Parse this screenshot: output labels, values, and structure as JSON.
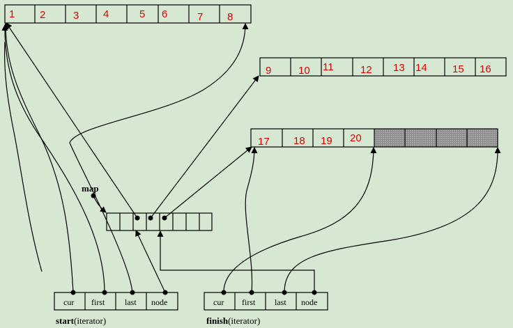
{
  "buffers": [
    {
      "labels": [
        "1",
        "2",
        "3",
        "4",
        "5",
        "6",
        "7",
        "8"
      ]
    },
    {
      "labels": [
        "9",
        "10",
        "11",
        "12",
        "13",
        "14",
        "15",
        "16"
      ]
    },
    {
      "labels": [
        "17",
        "18",
        "19",
        "20"
      ],
      "empty_cells": 4
    }
  ],
  "map": {
    "label": "map",
    "cells": 8
  },
  "start_iterator": {
    "fields": [
      "cur",
      "first",
      "last",
      "node"
    ],
    "caption_bold": "start",
    "caption_rest": "(iterator)"
  },
  "finish_iterator": {
    "fields": [
      "cur",
      "first",
      "last",
      "node"
    ],
    "caption_bold": "finish",
    "caption_rest": "(iterator)"
  },
  "colors": {
    "background": "#d6e8d2",
    "number": "#e00000",
    "line": "#000000"
  }
}
